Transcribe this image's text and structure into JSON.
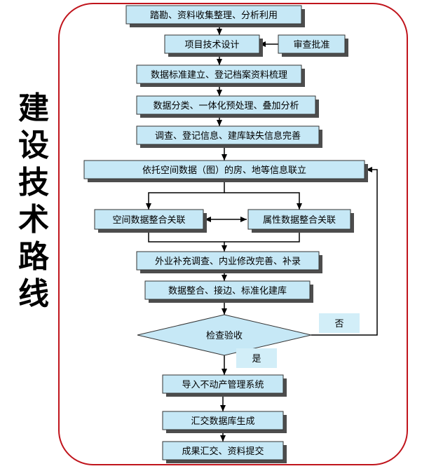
{
  "side_title": "建设技术路线",
  "colors": {
    "frame": "#c0141c",
    "box_fill": "#c6e8f6",
    "box_border": "#333333",
    "shadow": "#4d4d4d",
    "label_fill": "#d2eef8"
  },
  "steps": [
    "踏勘、资料收集整理、分析利用",
    "项目技术设计",
    "审查批准",
    "数据标准建立、登记档案资料梳理",
    "数据分类、一体化预处理、叠加分析",
    "调查、登记信息、建库缺失信息完善",
    "依托空间数据（图）的房、地等信息联立",
    "空间数据整合关联",
    "属性数据整合关联",
    "外业补充调查、内业修改完善、补录",
    "数据整合、接边、标准化建库",
    "检查验收",
    "否",
    "是",
    "导入不动产管理系统",
    "汇交数据库生成",
    "成果汇交、资料提交"
  ]
}
